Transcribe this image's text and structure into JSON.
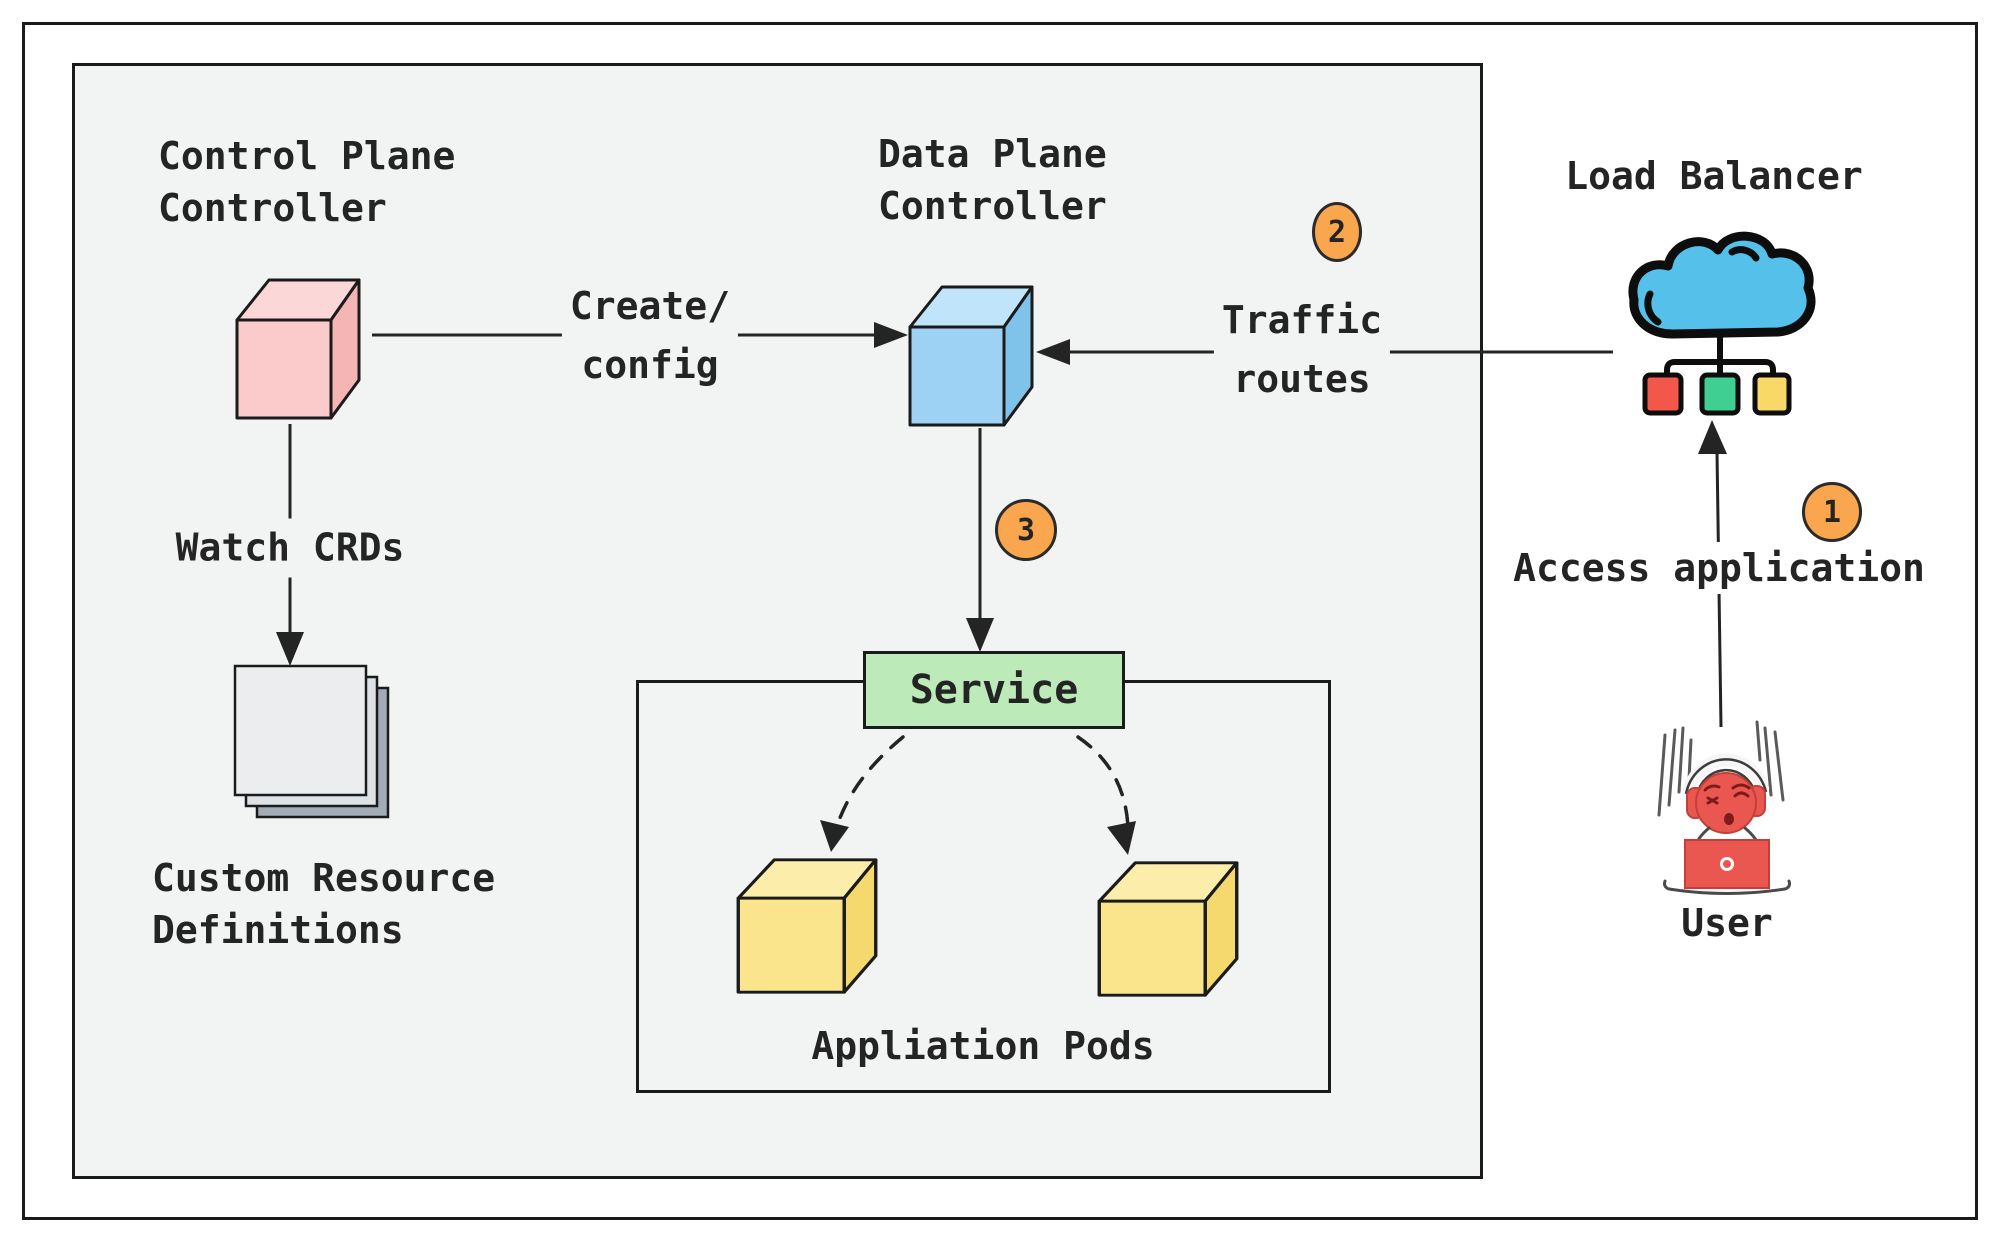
{
  "panel": {
    "control_plane": {
      "line1": "Control Plane",
      "line2": "Controller"
    },
    "data_plane": {
      "line1": "Data Plane",
      "line2": "Controller"
    },
    "create_config": {
      "line1": "Create/",
      "line2": "config"
    },
    "watch_crds": "Watch CRDs",
    "custom_resources": {
      "line1": "Custom Resource",
      "line2": "Definitions"
    },
    "service": "Service",
    "pods_caption": "Appliation Pods",
    "traffic": {
      "line1": "Traffic",
      "line2": "routes"
    }
  },
  "external": {
    "load_balancer": "Load Balancer",
    "access_application": "Access application",
    "user": "User"
  },
  "markers": {
    "step1": "1",
    "step2": "2",
    "step3": "3"
  },
  "icons": {
    "control_plane": "pink-cube-icon",
    "data_plane": "blue-cube-icon",
    "pods": "yellow-cube-icon",
    "custom_resources": "stacked-documents-icon",
    "load_balancer": "cloud-network-icon",
    "user": "stressed-user-laptop-icon"
  },
  "colors": {
    "panel_background": "#f2f4f3",
    "outline": "#1b1b1b",
    "marker_orange": "#f9a64f",
    "control_plane_cube": "#fbcbcb",
    "data_plane_cube": "#9ed2f4",
    "pod_cube": "#fae58d",
    "service_green": "#bceab8",
    "lb_node_red": "#f25749",
    "lb_node_green": "#3fcf92",
    "lb_node_yellow": "#f8d866",
    "cloud_blue": "#55c1ea",
    "user_red": "#ea5750"
  }
}
